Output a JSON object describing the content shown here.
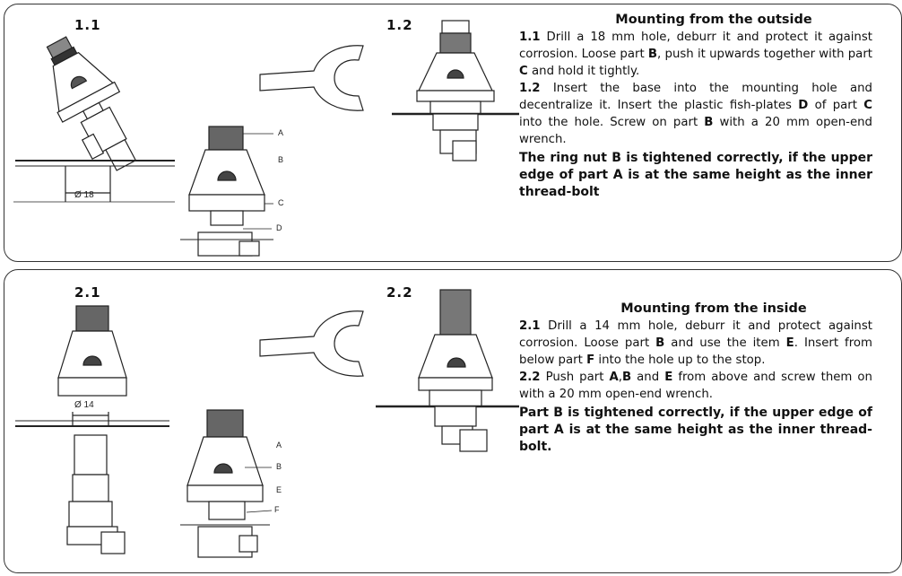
{
  "panel1": {
    "step_a": "1.1",
    "step_b": "1.2",
    "diameter": "Ø 18",
    "parts": [
      "A",
      "B",
      "C",
      "D"
    ],
    "heading": "Mounting from the outside",
    "p1": {
      "num": "1.1",
      "t1": " Drill a 18 mm hole, deburr it and protect it against corrosion. Loose part ",
      "b1": "B",
      "t2": ", push it upwards together with part ",
      "b2": "C",
      "t3": " and hold it tightly."
    },
    "p2": {
      "num": "1.2",
      "t1": " Insert the base into the mounting hole and decentralize it. Insert the plastic fish-plates ",
      "b1": "D",
      "t2": " of part ",
      "b2": "C",
      "t3": " into the hole. Screw on part ",
      "b3": "B",
      "t4": " with a 20 mm open-end wrench."
    },
    "note": "The ring nut B is tightened correctly, if the upper edge of part A is at the same height as the inner thread-bolt"
  },
  "panel2": {
    "step_a": "2.1",
    "step_b": "2.2",
    "diameter": "Ø 14",
    "parts": [
      "A",
      "B",
      "E",
      "F"
    ],
    "heading": "Mounting from the inside",
    "p1": {
      "num": "2.1",
      "t1": " Drill a 14 mm hole, deburr it and protect against corrosion. Loose part ",
      "b1": "B",
      "t2": " and use the item ",
      "b2": "E",
      "t3": ". Insert from below part ",
      "b3": "F",
      "t4": " into the hole up to the stop."
    },
    "p2": {
      "num": "2.2",
      "t1": " Push part ",
      "b1": "A",
      "t2": ",",
      "b2": "B",
      "t3": " and ",
      "b3": "E",
      "t4": " from above and screw them on with a 20 mm open-end wrench."
    },
    "note": "Part B is tightened correctly, if the upper edge of part A is at the same height as the inner thread-bolt."
  }
}
